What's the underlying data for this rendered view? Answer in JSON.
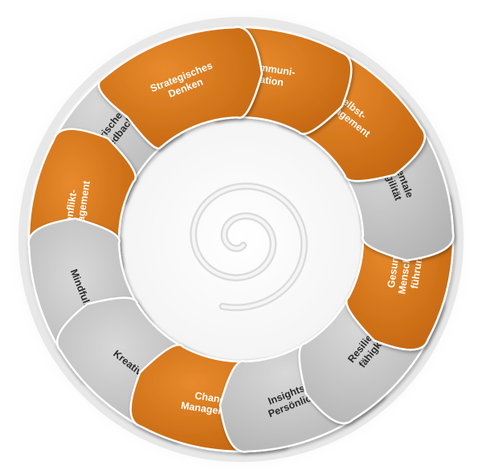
{
  "colors": {
    "orange": "#d97a1e",
    "orange_dark": "#b85f10",
    "gray": "#c9c9c9",
    "gray_dark": "#9a9a9a",
    "text_on_orange": "#ffffff",
    "text_on_gray": "#2a2a2a",
    "ring": "#eeeeee"
  },
  "segments": [
    {
      "id": "strategisches-denken",
      "lines": [
        "Strategisches",
        "Denken"
      ],
      "color": "orange"
    },
    {
      "id": "kommunikation",
      "lines": [
        "Kommuni-",
        "kation"
      ],
      "color": "orange"
    },
    {
      "id": "selbstmanagement",
      "lines": [
        "Selbst-",
        "management"
      ],
      "color": "orange"
    },
    {
      "id": "mentale-agilitaet",
      "lines": [
        "Mentale",
        "Agilität"
      ],
      "color": "gray"
    },
    {
      "id": "gesunde-menschenfuehrung",
      "lines": [
        "Gesunde",
        "Menschen-",
        "führung"
      ],
      "color": "orange"
    },
    {
      "id": "resilienzfaehigkeit",
      "lines": [
        "Resilienz-",
        "fähigkeit"
      ],
      "color": "gray"
    },
    {
      "id": "insights-mdi",
      "lines": [
        "Insights MDI",
        "Persönlichkeit"
      ],
      "color": "gray"
    },
    {
      "id": "change-management",
      "lines": [
        "Change",
        "Management"
      ],
      "color": "orange"
    },
    {
      "id": "kreativitaet",
      "lines": [
        "Kreativität"
      ],
      "color": "gray"
    },
    {
      "id": "mindfulness",
      "lines": [
        "Mindfulness"
      ],
      "color": "gray"
    },
    {
      "id": "konfliktmanagement",
      "lines": [
        "Konflikt-",
        "management"
      ],
      "color": "orange"
    },
    {
      "id": "tierisches-feedback",
      "lines": [
        "Tierisches",
        "Feedback"
      ],
      "color": "gray"
    }
  ]
}
